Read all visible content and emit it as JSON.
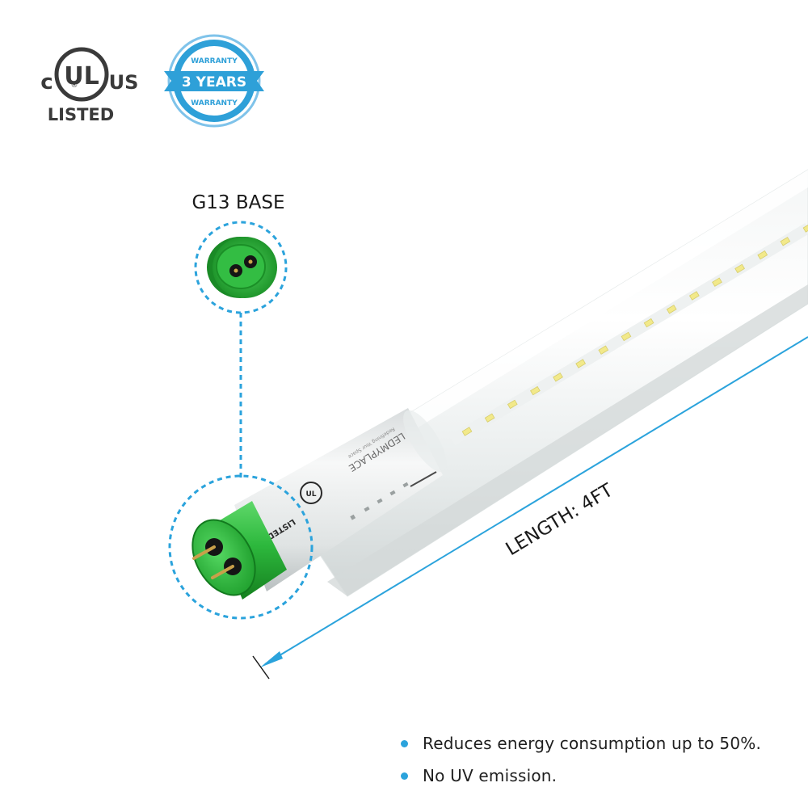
{
  "badges": {
    "ul": {
      "c": "c",
      "ul_mark": "UL",
      "us": "US",
      "r": "®",
      "listed": "LISTED"
    },
    "warranty": {
      "top": "WARRANTY",
      "main": "3 YEARS",
      "bottom": "WARRANTY"
    }
  },
  "base_callout": {
    "label": "G13 BASE"
  },
  "tube": {
    "brand": "LEDMYPLACE",
    "tagline": "Redefining Your Space",
    "cap_listed": "LISTED",
    "cap_ul": "UL"
  },
  "dimension": {
    "label": "LENGTH: 4FT"
  },
  "features": [
    {
      "text": "Reduces energy consumption up to 50%."
    },
    {
      "text": "No UV emission."
    }
  ],
  "colors": {
    "accent_blue": "#2ba3dc",
    "cap_green": "#2db83d",
    "ul_dark": "#3a3a3a",
    "warranty_blue": "#2ea0d8"
  }
}
